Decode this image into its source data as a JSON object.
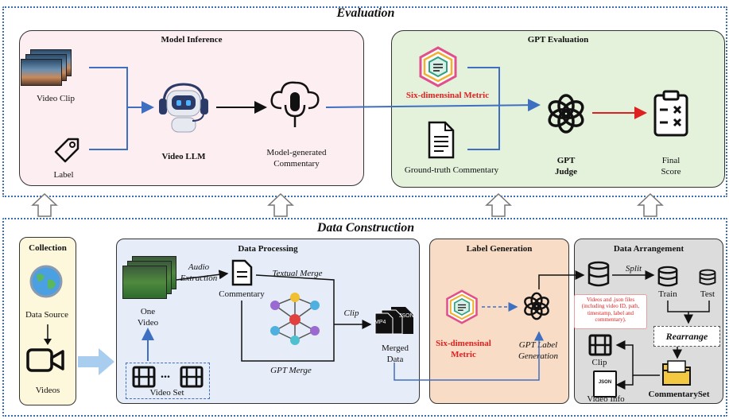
{
  "evaluation": {
    "title": "Evaluation",
    "model_inference": {
      "title": "Model Inference",
      "video_clip": "Video Clip",
      "label": "Label",
      "video_llm": "Video LLM",
      "model_commentary": "Model-generated\nCommentary"
    },
    "gpt_evaluation": {
      "title": "GPT Evaluation",
      "six_metric": "Six-dimensinal Metric",
      "ground_truth": "Ground-truth Commentary",
      "gpt_judge": "GPT\nJudge",
      "final_score": "Final\nScore"
    }
  },
  "data_construction": {
    "title": "Data Construction",
    "collection": {
      "title": "Collection",
      "data_source": "Data Source",
      "videos": "Videos"
    },
    "data_processing": {
      "title": "Data Processing",
      "audio_extraction": "Audio\nExtraction",
      "commentary": "Commentary",
      "textual_merge": "Textual Merge",
      "one_video": "One\nVideo",
      "clip": "Clip",
      "gpt_merge": "GPT Merge",
      "merged_data": "Merged\nData",
      "video_set": "Video Set",
      "ellipsis": "...",
      "mp4": "MP4",
      "json": "JSON"
    },
    "label_generation": {
      "title": "Label Generation",
      "six_metric": "Six-dimensinal\nMetric",
      "gpt_label": "GPT Label\nGeneration"
    },
    "data_arrangement": {
      "title": "Data Arrangement",
      "split": "Split",
      "train": "Train",
      "test": "Test",
      "note": "Videos and .json files (including video ID, path, timestamp, label and commentary).",
      "rearrange": "Rearrange",
      "clip": "Clip",
      "video_info": "Video Info",
      "commentary_set": "CommentarySet",
      "json": "JSON"
    }
  },
  "colors": {
    "border_blue": "#3a6fb5",
    "arrow_blue": "#3f6fc0",
    "red": "#e02020",
    "pink_bg": "#fdeef2",
    "green_bg": "#e4f2dc",
    "yellow_bg": "#fdf7dc",
    "blue_bg": "#e6edf8",
    "orange_bg": "#f8dcc6",
    "gray_bg": "#dcdcdc"
  }
}
